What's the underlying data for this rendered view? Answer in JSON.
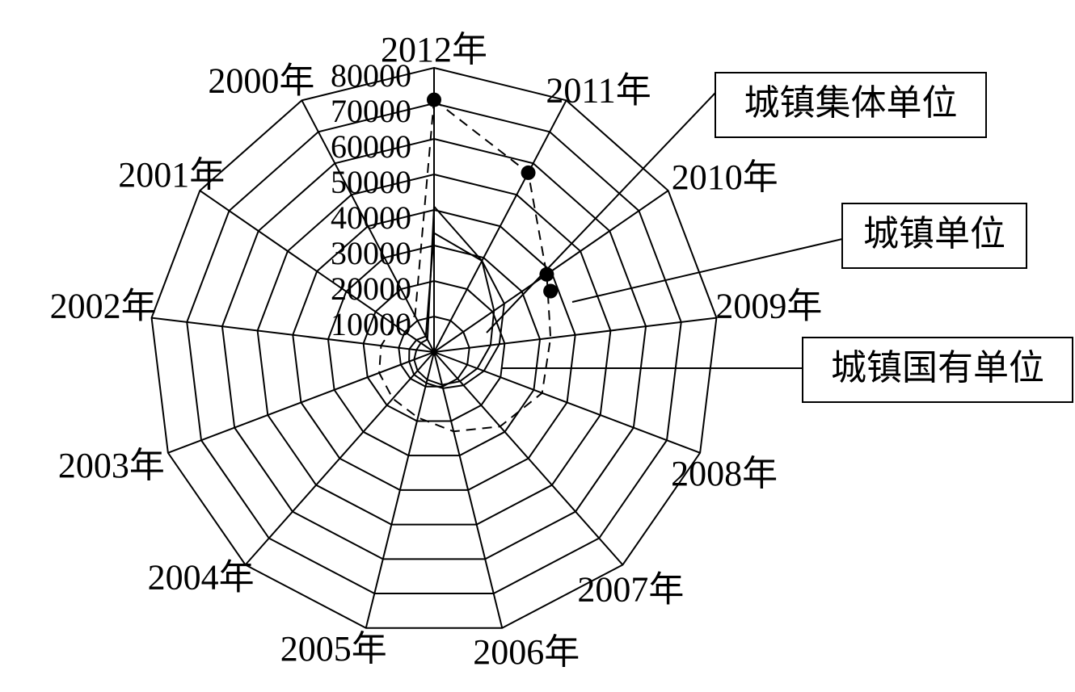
{
  "chart_data": {
    "type": "radar",
    "categories": [
      "2012年",
      "2011年",
      "2010年",
      "2009年",
      "2008年",
      "2007年",
      "2006年",
      "2005年",
      "2004年",
      "2003年",
      "2002年",
      "2001年",
      "2000年"
    ],
    "rlim": [
      0,
      80000
    ],
    "r_ticks": [
      "10000",
      "20000",
      "30000",
      "40000",
      "50000",
      "60000",
      "70000",
      "80000"
    ],
    "series": [
      {
        "name": "城镇单位",
        "line": "dashed",
        "values": [
          71000,
          57000,
          38500,
          33000,
          32500,
          28000,
          23000,
          19000,
          17500,
          16500,
          15000,
          13500,
          11500
        ]
      },
      {
        "name": "城镇国有单位",
        "line": "solid",
        "values": [
          33500,
          29000,
          24000,
          18500,
          15000,
          12500,
          10500,
          9000,
          8500,
          7500,
          7000,
          6000,
          5000
        ]
      },
      {
        "name": "城镇集体单位",
        "line": "solid",
        "values": [
          41000,
          29000,
          20500,
          16000,
          13000,
          11000,
          9500,
          8000,
          7000,
          6000,
          5000,
          4500,
          4000
        ]
      }
    ],
    "grid": true,
    "legend": "right"
  }
}
